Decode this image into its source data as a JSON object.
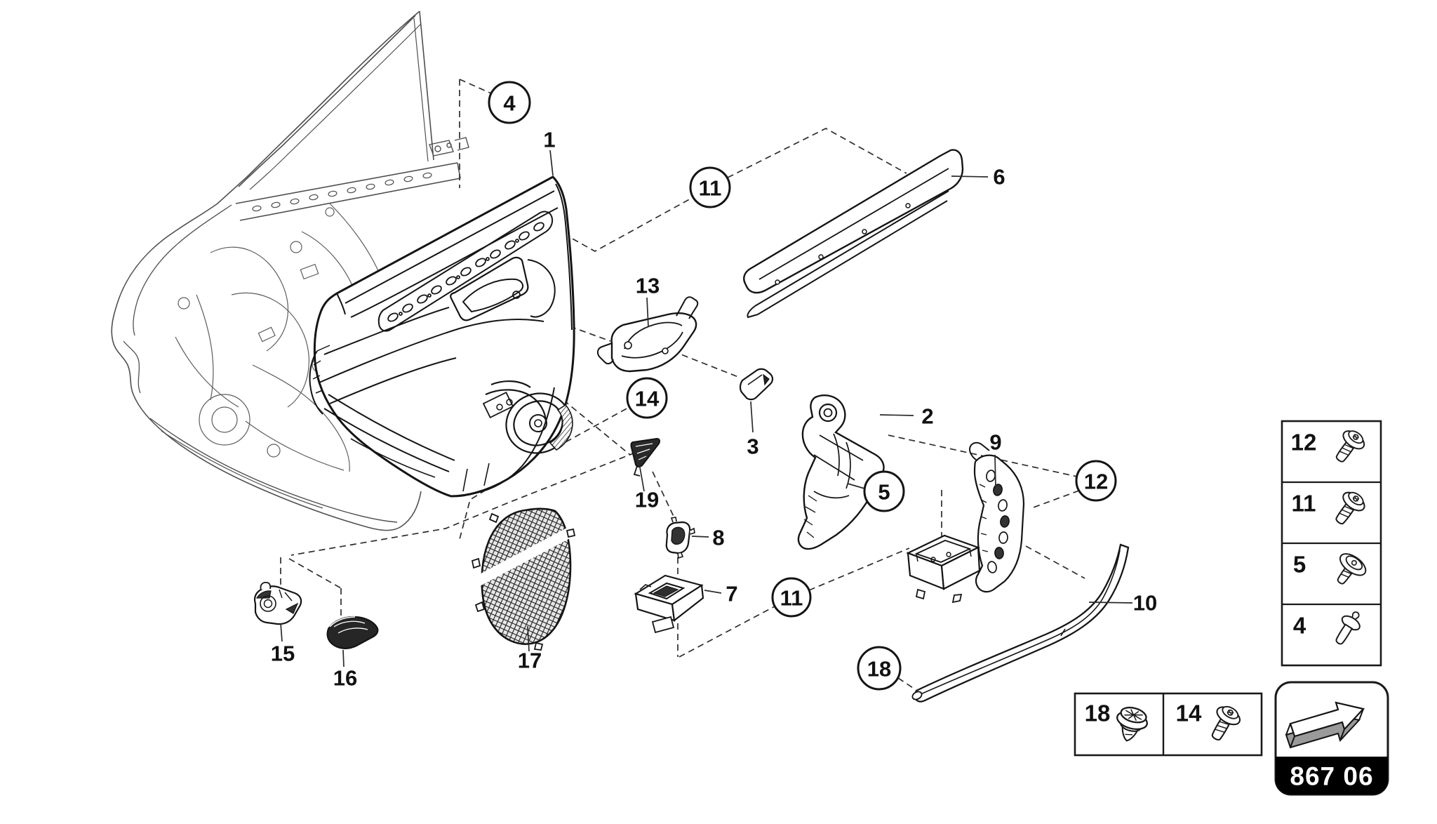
{
  "page": {
    "code": "867 06",
    "colors": {
      "line": "#1a1a1a",
      "shell_line": "#555555",
      "background": "#ffffff",
      "page_code_bg": "#000000",
      "page_code_text": "#ffffff"
    }
  },
  "callouts": {
    "plain": [
      "1",
      "2",
      "3",
      "6",
      "7",
      "8",
      "9",
      "10",
      "13",
      "15",
      "16",
      "17",
      "19"
    ],
    "circled": [
      "4",
      "11",
      "14",
      "5",
      "12",
      "11",
      "18"
    ]
  },
  "fastener_legend": {
    "rows": [
      {
        "label": "12",
        "icon": "screw-pan-head-torx-icon"
      },
      {
        "label": "11",
        "icon": "screw-pan-head-torx-short-icon"
      },
      {
        "label": "5",
        "icon": "screw-large-washer-icon"
      },
      {
        "label": "4",
        "icon": "stud-pin-icon"
      }
    ]
  },
  "hardware_reference": {
    "cells": [
      {
        "label": "18",
        "icon": "expanding-rivet-grommet-icon"
      },
      {
        "label": "14",
        "icon": "screw-flange-torx-icon"
      }
    ]
  },
  "page_code_box": {
    "code": "867 06",
    "icon": "direction-arrow-icon"
  }
}
